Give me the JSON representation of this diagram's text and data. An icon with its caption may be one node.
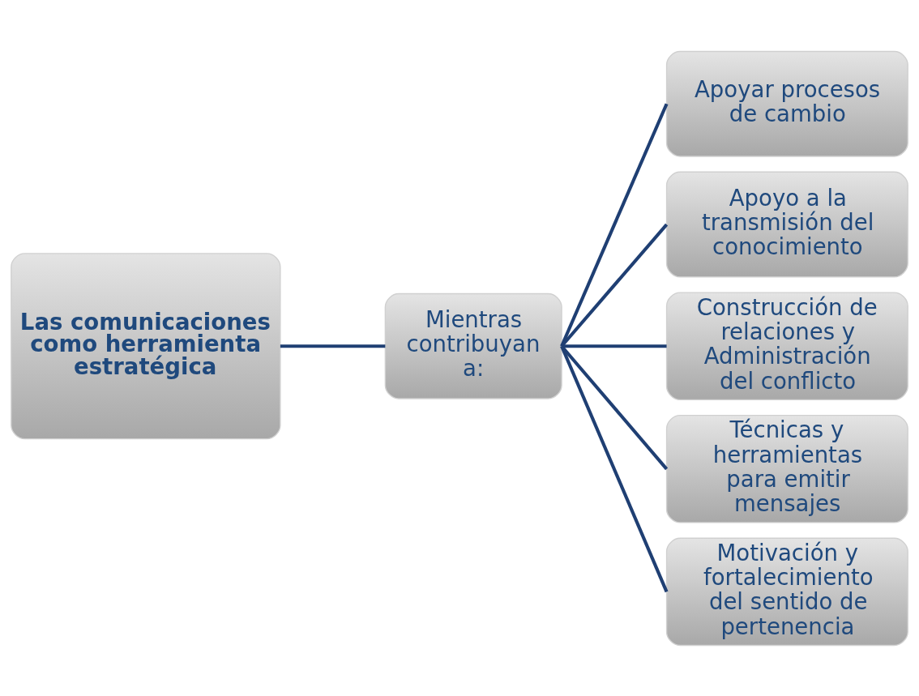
{
  "diagram": {
    "nodes": [
      {
        "text": [
          "Las comunicaciones como herramienta estratégica"
        ]
      },
      {
        "text": [
          "Mientras contribuyan a:"
        ]
      },
      {
        "text": [
          "Apoyar procesos de cambio"
        ]
      },
      {
        "text": [
          "Apoyo a la transmisión del conocimiento"
        ]
      },
      {
        "text": [
          "Construcción de relaciones y Administración del conflicto"
        ]
      },
      {
        "text": [
          "Técnicas y herramientas para emitir mensajes"
        ]
      },
      {
        "text": [
          "Motivación y fortalecimiento del sentido de pertenencia"
        ]
      }
    ],
    "edges": [
      {
        "from": 0,
        "to": 1,
        "arrow": "none"
      },
      {
        "from": 1,
        "to": 2,
        "arrow": "none"
      },
      {
        "from": 1,
        "to": 3,
        "arrow": "none"
      },
      {
        "from": 1,
        "to": 4,
        "arrow": "none"
      },
      {
        "from": 1,
        "to": 5,
        "arrow": "none"
      },
      {
        "from": 1,
        "to": 6,
        "arrow": "none"
      }
    ]
  }
}
